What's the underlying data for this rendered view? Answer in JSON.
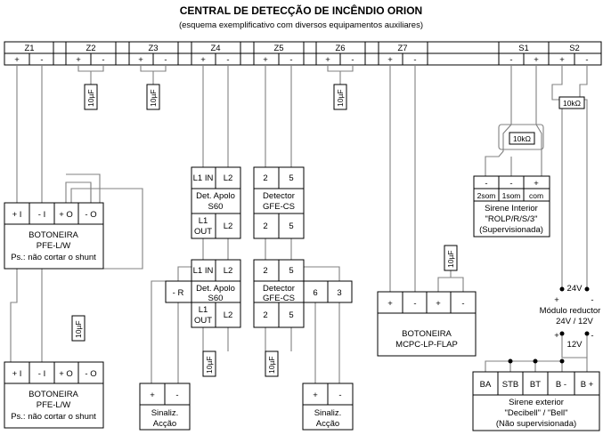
{
  "title": "CENTRAL DE DETECÇÃO DE INCÊNDIO ORION",
  "subtitle": "(esquema exemplificativo com diversos equipamentos auxiliares)",
  "plus": "+",
  "minus": "-",
  "zones": [
    "Z1",
    "Z2",
    "Z3",
    "Z4",
    "Z5",
    "Z6",
    "Z7",
    "S1",
    "S2"
  ],
  "capacitor_label": "10µF",
  "resistor_label": "10kΩ",
  "botoneira_pfe": {
    "terminals": [
      "+ I",
      "- I",
      "+ O",
      "- O"
    ],
    "line1": "BOTONEIRA",
    "line2": "PFE-L/W",
    "line3": "Ps.: não cortar o shunt"
  },
  "det_apolo": {
    "top": [
      "L1 IN",
      "L2"
    ],
    "name1": "Det. Apolo",
    "name2": "S60",
    "bottom1": "L1",
    "bottom2": "OUT",
    "bottom_l2": "L2",
    "r_terminal": "- R"
  },
  "detector_gfe": {
    "top": [
      "2",
      "5"
    ],
    "name1": "Detector",
    "name2": "GFE-CS",
    "bottom": [
      "2",
      "5"
    ],
    "extra": [
      "6",
      "3"
    ]
  },
  "sinaliz": {
    "terminals": [
      "+",
      "-"
    ],
    "line1": "Sinaliz.",
    "line2": "Acção"
  },
  "botoneira_mcpc": {
    "terminals": [
      "+",
      "-",
      "+",
      "-"
    ],
    "line1": "BOTONEIRA",
    "line2": "MCPC-LP-FLAP"
  },
  "sirene_interior": {
    "terminals": [
      "-",
      "-",
      "+"
    ],
    "labels": [
      "2som",
      "1som",
      "com"
    ],
    "line1": "Sirene Interior",
    "line2": "\"ROLP/R/S/3\"",
    "line3": "(Supervisionada)"
  },
  "modulo": {
    "v_in": "24V",
    "plus": "+",
    "minus": "-",
    "line1": "Módulo reductor",
    "line2": "24V / 12V",
    "v_out": "12V"
  },
  "sirene_exterior": {
    "terminals": [
      "BA",
      "STB",
      "BT",
      "B -",
      "B +"
    ],
    "line1": "Sirene exterior",
    "line2": "\"Decibell\" / \"Bell\"",
    "line3": "(Não supervisionada)"
  }
}
